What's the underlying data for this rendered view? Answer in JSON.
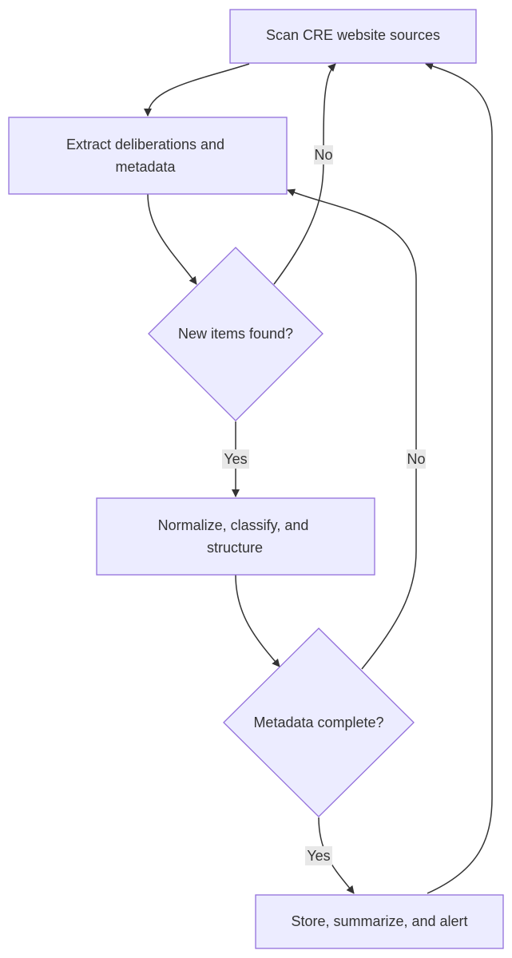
{
  "colors": {
    "node_fill": "#ececff",
    "node_border": "#9370db",
    "edge_color": "#333333",
    "edge_label_background": "#e8e8e8",
    "text_color": "#333333"
  },
  "nodes": {
    "scan": {
      "shape": "rectangle",
      "label": "Scan CRE website sources"
    },
    "extract": {
      "shape": "rectangle",
      "line1": "Extract deliberations and",
      "line2": "metadata"
    },
    "new_items": {
      "shape": "diamond",
      "label": "New items found?"
    },
    "normalize": {
      "shape": "rectangle",
      "line1": "Normalize, classify, and",
      "line2": "structure"
    },
    "metadata_complete": {
      "shape": "diamond",
      "label": "Metadata complete?"
    },
    "store": {
      "shape": "rectangle",
      "label": "Store, summarize, and alert"
    }
  },
  "edges": [
    {
      "from": "Scan CRE website sources",
      "to": "Extract deliberations and metadata",
      "label": ""
    },
    {
      "from": "Extract deliberations and metadata",
      "to": "New items found?",
      "label": ""
    },
    {
      "from": "New items found?",
      "to": "Scan CRE website sources",
      "label": "No"
    },
    {
      "from": "New items found?",
      "to": "Normalize, classify, and structure",
      "label": "Yes"
    },
    {
      "from": "Normalize, classify, and structure",
      "to": "Metadata complete?",
      "label": ""
    },
    {
      "from": "Metadata complete?",
      "to": "Extract deliberations and metadata",
      "label": "No"
    },
    {
      "from": "Metadata complete?",
      "to": "Store, summarize, and alert",
      "label": "Yes"
    },
    {
      "from": "Store, summarize, and alert",
      "to": "Scan CRE website sources",
      "label": ""
    }
  ]
}
